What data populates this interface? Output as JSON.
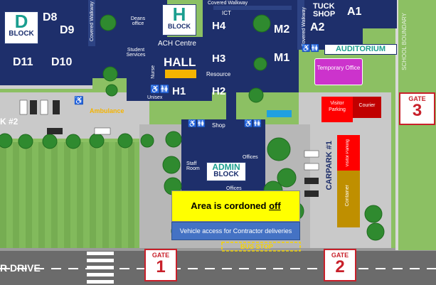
{
  "blocks": {
    "d_block": {
      "letter": "D",
      "word": "BLOCK",
      "rooms": [
        "D8",
        "D9",
        "D11",
        "D10"
      ]
    },
    "h_block": {
      "letter": "H",
      "word": "BLOCK"
    },
    "admin_block": {
      "line1": "ADMIN",
      "line2": "BLOCK"
    },
    "auditorium": "AUDITORIUM"
  },
  "rooms": {
    "h4": "H4",
    "h3": "H3",
    "h1": "H1",
    "h2": "H2",
    "m2": "M2",
    "m1": "M1",
    "a1": "A1",
    "a2": "A2",
    "hall": "HALL",
    "ach_centre": "ACH Centre",
    "ict": "ICT",
    "deans_office": "Deans office",
    "student_services": "Student Services",
    "resource": "Resource",
    "nurse": "Nurse",
    "unisex": "Unisex",
    "shop": "Shop",
    "staff_room": "Staff Room",
    "offices_1": "Offices",
    "offices_2": "Offices",
    "tuck_shop_1": "TUCK",
    "tuck_shop_2": "SHOP"
  },
  "walkways": {
    "covered_walkway_top": "Covered Walkway",
    "covered_walkway_left": "Covered Walkway",
    "covered_walkway_right": "Covered Walkway"
  },
  "zones": {
    "ambulance": "Ambulance",
    "carpark_1": "CARPARK #1",
    "carpark_2": "K #2",
    "school_boundary": "SCHOOL BOUNDARY",
    "bus_stop": "BUS STOP",
    "drive": "R DRIVE"
  },
  "gates": {
    "gate1": {
      "label": "GATE",
      "number": "1"
    },
    "gate2": {
      "label": "GATE",
      "number": "2"
    },
    "gate3": {
      "label": "GATE",
      "number": "3"
    }
  },
  "overlays": {
    "temporary_office": "Temporary Office",
    "visitor_parking_1": "Visitor Parking",
    "courier": "Courier",
    "visitor_parking_2": "Visitor Parking",
    "container": "Container",
    "cordoned_prefix": "Area is cordoned ",
    "cordoned_emph": "off",
    "vehicle_access": "Vehicle access for Contractor deliveries"
  },
  "colors": {
    "grass": "#7fb85a",
    "building": "#1e2f6b",
    "road": "#6b6b6b",
    "pavement": "#c9c9c9",
    "cordon_yellow": "#ffff00",
    "access_blue": "#4472c4",
    "visitor_red": "#ff0000",
    "courier_red": "#c00000",
    "temp_office": "#cc33cc",
    "container": "#bf8f00"
  }
}
